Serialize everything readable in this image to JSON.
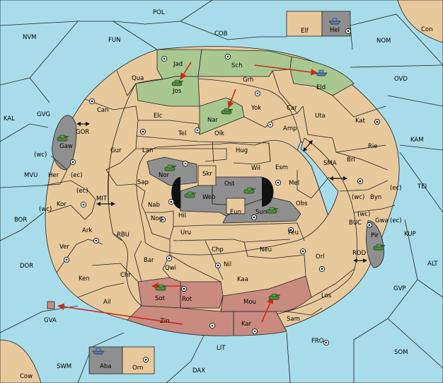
{
  "labels": {
    "POL": "POL",
    "NVM": "NVM",
    "FUN": "FUN",
    "COB": "COB",
    "NOM": "NOM",
    "CON": "Con",
    "ELF": "Elf",
    "HEL": "Hel",
    "OVD": "OVD",
    "KAL": "KAL",
    "GVG": "GVG",
    "GOR": "GOR",
    "MVU": "MVU",
    "MIT": "MIT",
    "BOR": "BOR",
    "RBU": "RBU",
    "DOR": "DOR",
    "GVA": "GVA",
    "SWM": "SWM",
    "COW": "Cow",
    "ABA": "Aba",
    "ORN": "Orn",
    "DAX": "DAX",
    "LIT": "LIT",
    "FRO": "FRO",
    "SOM": "SOM",
    "GVP": "GVP",
    "ALT": "ALT",
    "KUP": "KUP",
    "TEI": "TEI",
    "KAM": "KAM",
    "SMA": "SMA",
    "BUC": "BUC",
    "ROD": "ROD",
    "JAD": "Jad",
    "SCH": "Sch",
    "QUA": "Qua",
    "JOS": "Jos",
    "GRH": "Grh",
    "ELD": "Eld",
    "CAN": "Can",
    "ELC": "Elc",
    "NAR": "Nar",
    "YOK": "Yok",
    "CAR": "Car",
    "UTA": "Uta",
    "KAT": "Kat",
    "GAW": "Gaw",
    "TEL": "Tel",
    "OLK": "Olk",
    "AMP": "Amp",
    "GUR": "Gur",
    "LAN": "Lan",
    "HUG": "Hug",
    "RIE": "Rie",
    "BRI": "Bri",
    "WIL": "Wil",
    "ESM": "Esm",
    "NOR": "Nor",
    "SKR": "Skr",
    "OST": "Ost",
    "HER": "Her",
    "SAP": "Sap",
    "WEB": "Web",
    "MEL": "Mel",
    "BYN": "Byn",
    "KOR": "Kor",
    "NAB": "Nab",
    "EUN": "Eun",
    "SUN": "Sun",
    "OBS": "Obs",
    "HIL": "Hil",
    "NOG": "Nog",
    "GWA": "Gwa",
    "ARK": "Ark",
    "PIR": "Pir",
    "URU": "Uru",
    "FEU": "Feu",
    "VER": "Ver",
    "CHP": "Chp",
    "NEU": "Neu",
    "BAR": "Bar",
    "QWI": "Qwi",
    "ORL": "Orl",
    "NIL": "Nil",
    "KEN": "Ken",
    "CHR": "Chr",
    "KAA": "Kaa",
    "SOT": "Sot",
    "ROT": "Rot",
    "LOS": "Los",
    "AIL": "Ail",
    "MOU": "Mou",
    "SAM": "Sam",
    "ZIN": "Zin",
    "KAR": "Kar"
  },
  "coast_tags": {
    "wc": "(wc)",
    "ec": "(ec)"
  },
  "powers": {
    "green": "#a8c890",
    "rose": "#c98b80",
    "grey": "#8f8f8f",
    "land": "#e8c99c",
    "sea": "#a8dcea"
  }
}
